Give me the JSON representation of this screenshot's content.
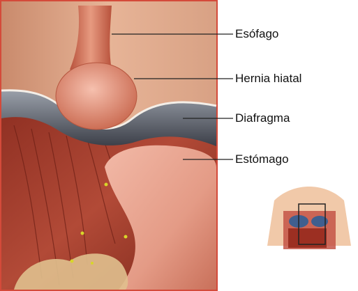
{
  "labels": {
    "esofago": "Esófago",
    "hernia": "Hernia hiatal",
    "diafragma": "Diafragma",
    "estomago": "Estómago"
  },
  "colors": {
    "skin_bg": "#d9a080",
    "muscle": "#9c3a2c",
    "diaphragm_gray": "#6b6e78",
    "stomach": "#e9a999",
    "frame_border": "#d44a3a",
    "leader_line": "#222222"
  }
}
